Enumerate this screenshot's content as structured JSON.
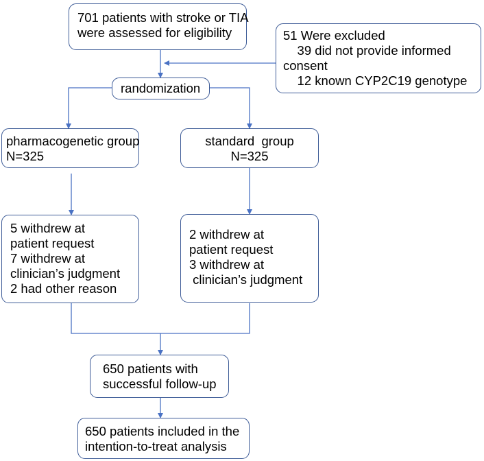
{
  "diagram": {
    "line_color": "#4a72c4",
    "border_color": "#3c5a96",
    "assessed": {
      "lines": [
        "701 patients with stroke or TIA",
        "were assessed for eligibility"
      ]
    },
    "excluded": {
      "lines": [
        "51 Were excluded",
        "    39 did not provide informed",
        "consent",
        "    12 known CYP2C19 genotype"
      ]
    },
    "randomization": {
      "label": "randomization"
    },
    "pharmacogenetic": {
      "lines": [
        "pharmacogenetic group",
        "N=325"
      ]
    },
    "standard": {
      "lines": [
        "standard  group",
        "N=325"
      ]
    },
    "pharm_withdrawn": {
      "lines": [
        "5 withdrew at",
        "patient request",
        "7 withdrew at",
        "clinician’s judgment",
        "2 had other reason"
      ]
    },
    "std_withdrawn": {
      "lines": [
        "2 withdrew at",
        "patient request",
        "3 withdrew at",
        " clinician’s judgment"
      ]
    },
    "followup": {
      "lines": [
        "650 patients with",
        "successful follow-up"
      ]
    },
    "itt": {
      "lines": [
        "650 patients included in the",
        "intention-to-treat analysis"
      ]
    }
  }
}
